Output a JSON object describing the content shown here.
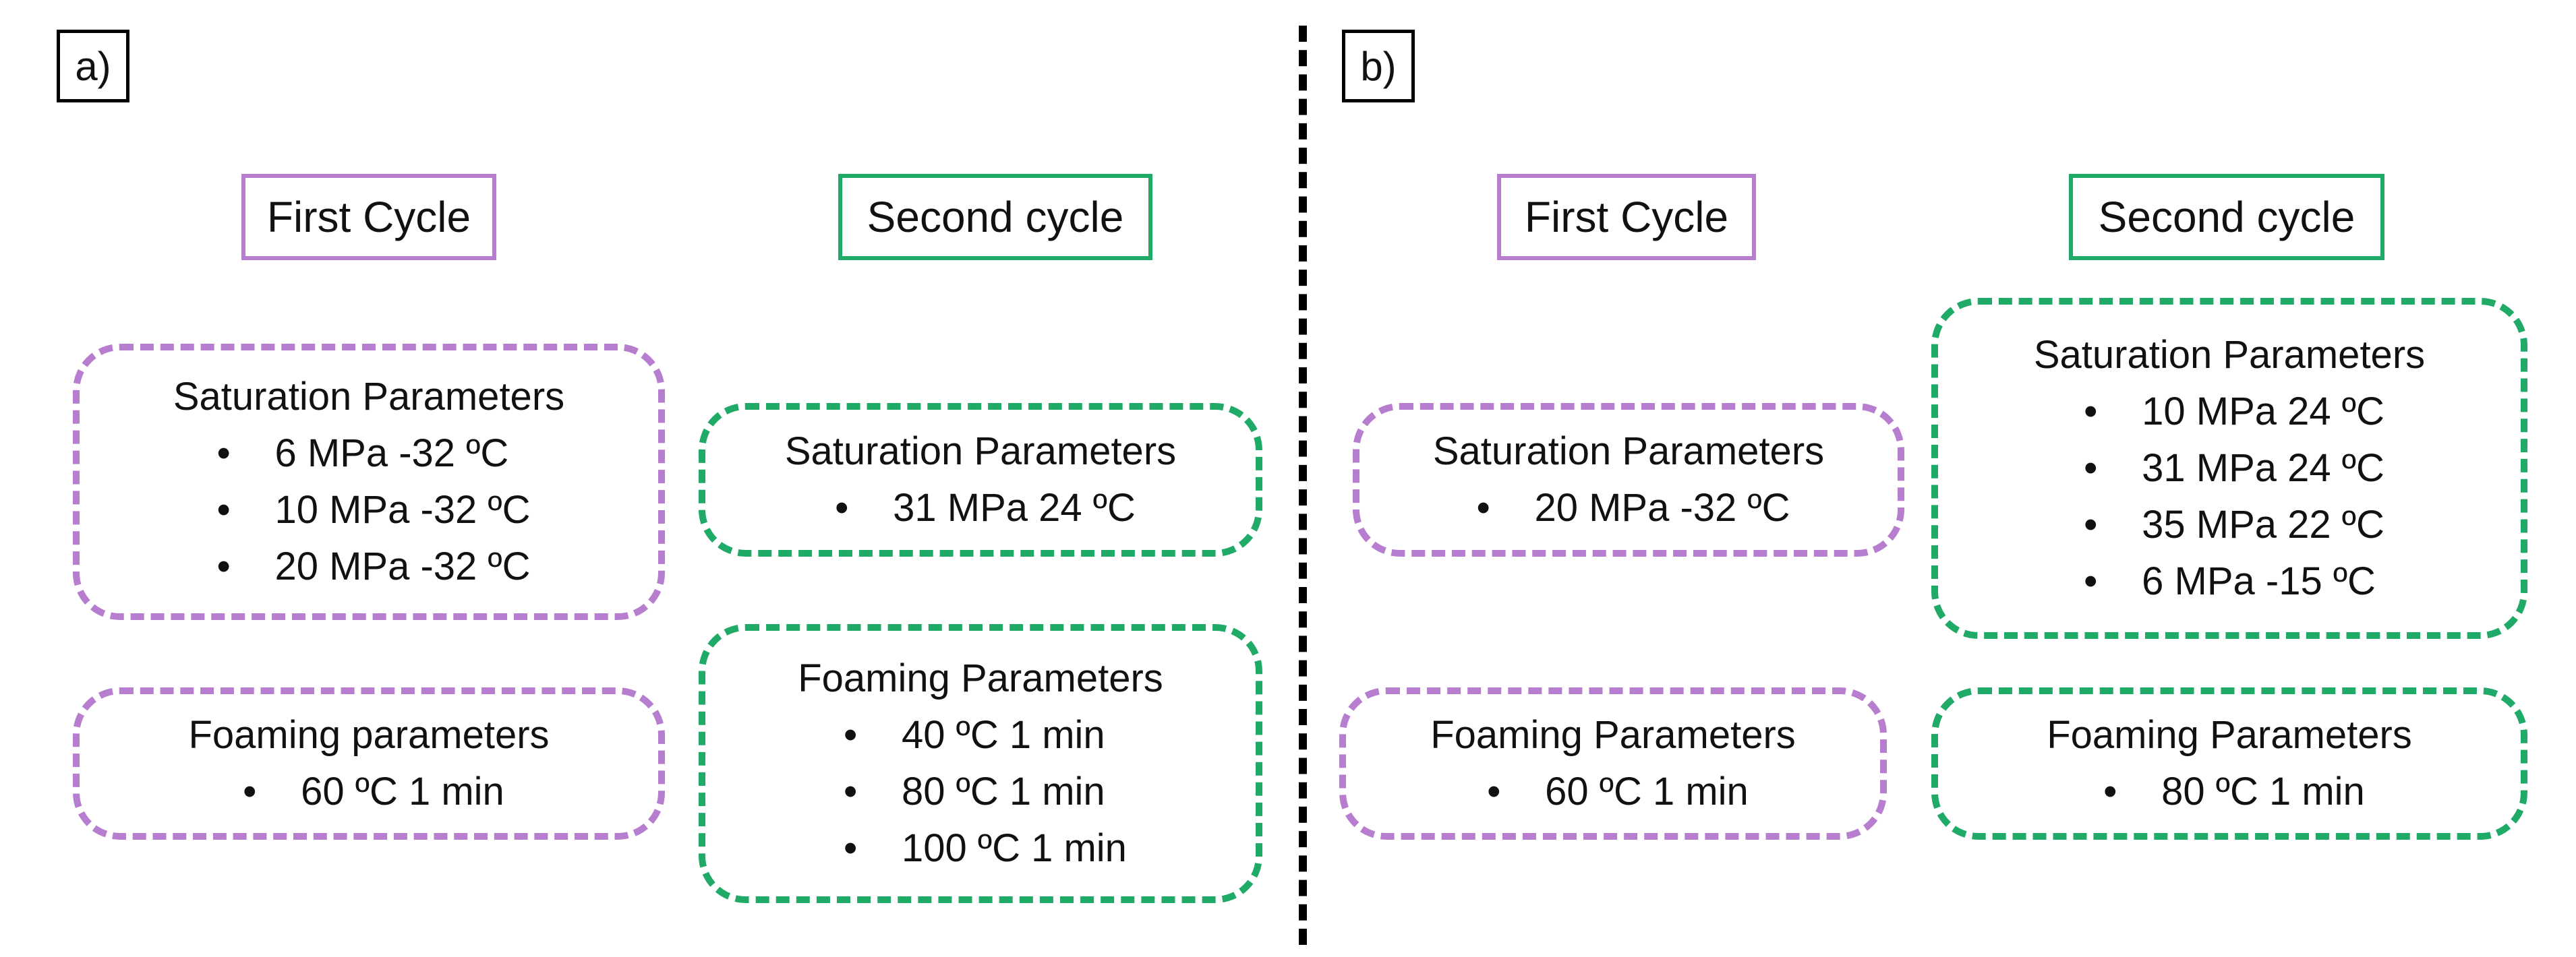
{
  "colors": {
    "first_cycle": "#B77DCF",
    "second_cycle": "#1FAA68",
    "divider": "#000000"
  },
  "panel_a": {
    "label": "a)",
    "first_cycle": {
      "title": "First Cycle",
      "saturation": {
        "heading": "Saturation Parameters",
        "items": [
          "6 MPa -32 ºC",
          "10 MPa -32 ºC",
          "20 MPa -32 ºC"
        ]
      },
      "foaming": {
        "heading": "Foaming parameters",
        "items": [
          "60 ºC 1 min"
        ]
      }
    },
    "second_cycle": {
      "title": "Second cycle",
      "saturation": {
        "heading": "Saturation Parameters",
        "items": [
          "31 MPa 24 ºC"
        ]
      },
      "foaming": {
        "heading": "Foaming Parameters",
        "items": [
          "40 ºC 1 min",
          "80 ºC 1 min",
          "100 ºC 1 min"
        ]
      }
    }
  },
  "panel_b": {
    "label": "b)",
    "first_cycle": {
      "title": "First Cycle",
      "saturation": {
        "heading": "Saturation Parameters",
        "items": [
          "20 MPa -32 ºC"
        ]
      },
      "foaming": {
        "heading": "Foaming Parameters",
        "items": [
          "60 ºC 1 min"
        ]
      }
    },
    "second_cycle": {
      "title": "Second cycle",
      "saturation": {
        "heading": "Saturation Parameters",
        "items": [
          "10 MPa 24 ºC",
          "31 MPa 24 ºC",
          "35 MPa 22 ºC",
          "6 MPa -15 ºC"
        ]
      },
      "foaming": {
        "heading": "Foaming Parameters",
        "items": [
          "80 ºC 1 min"
        ]
      }
    }
  }
}
